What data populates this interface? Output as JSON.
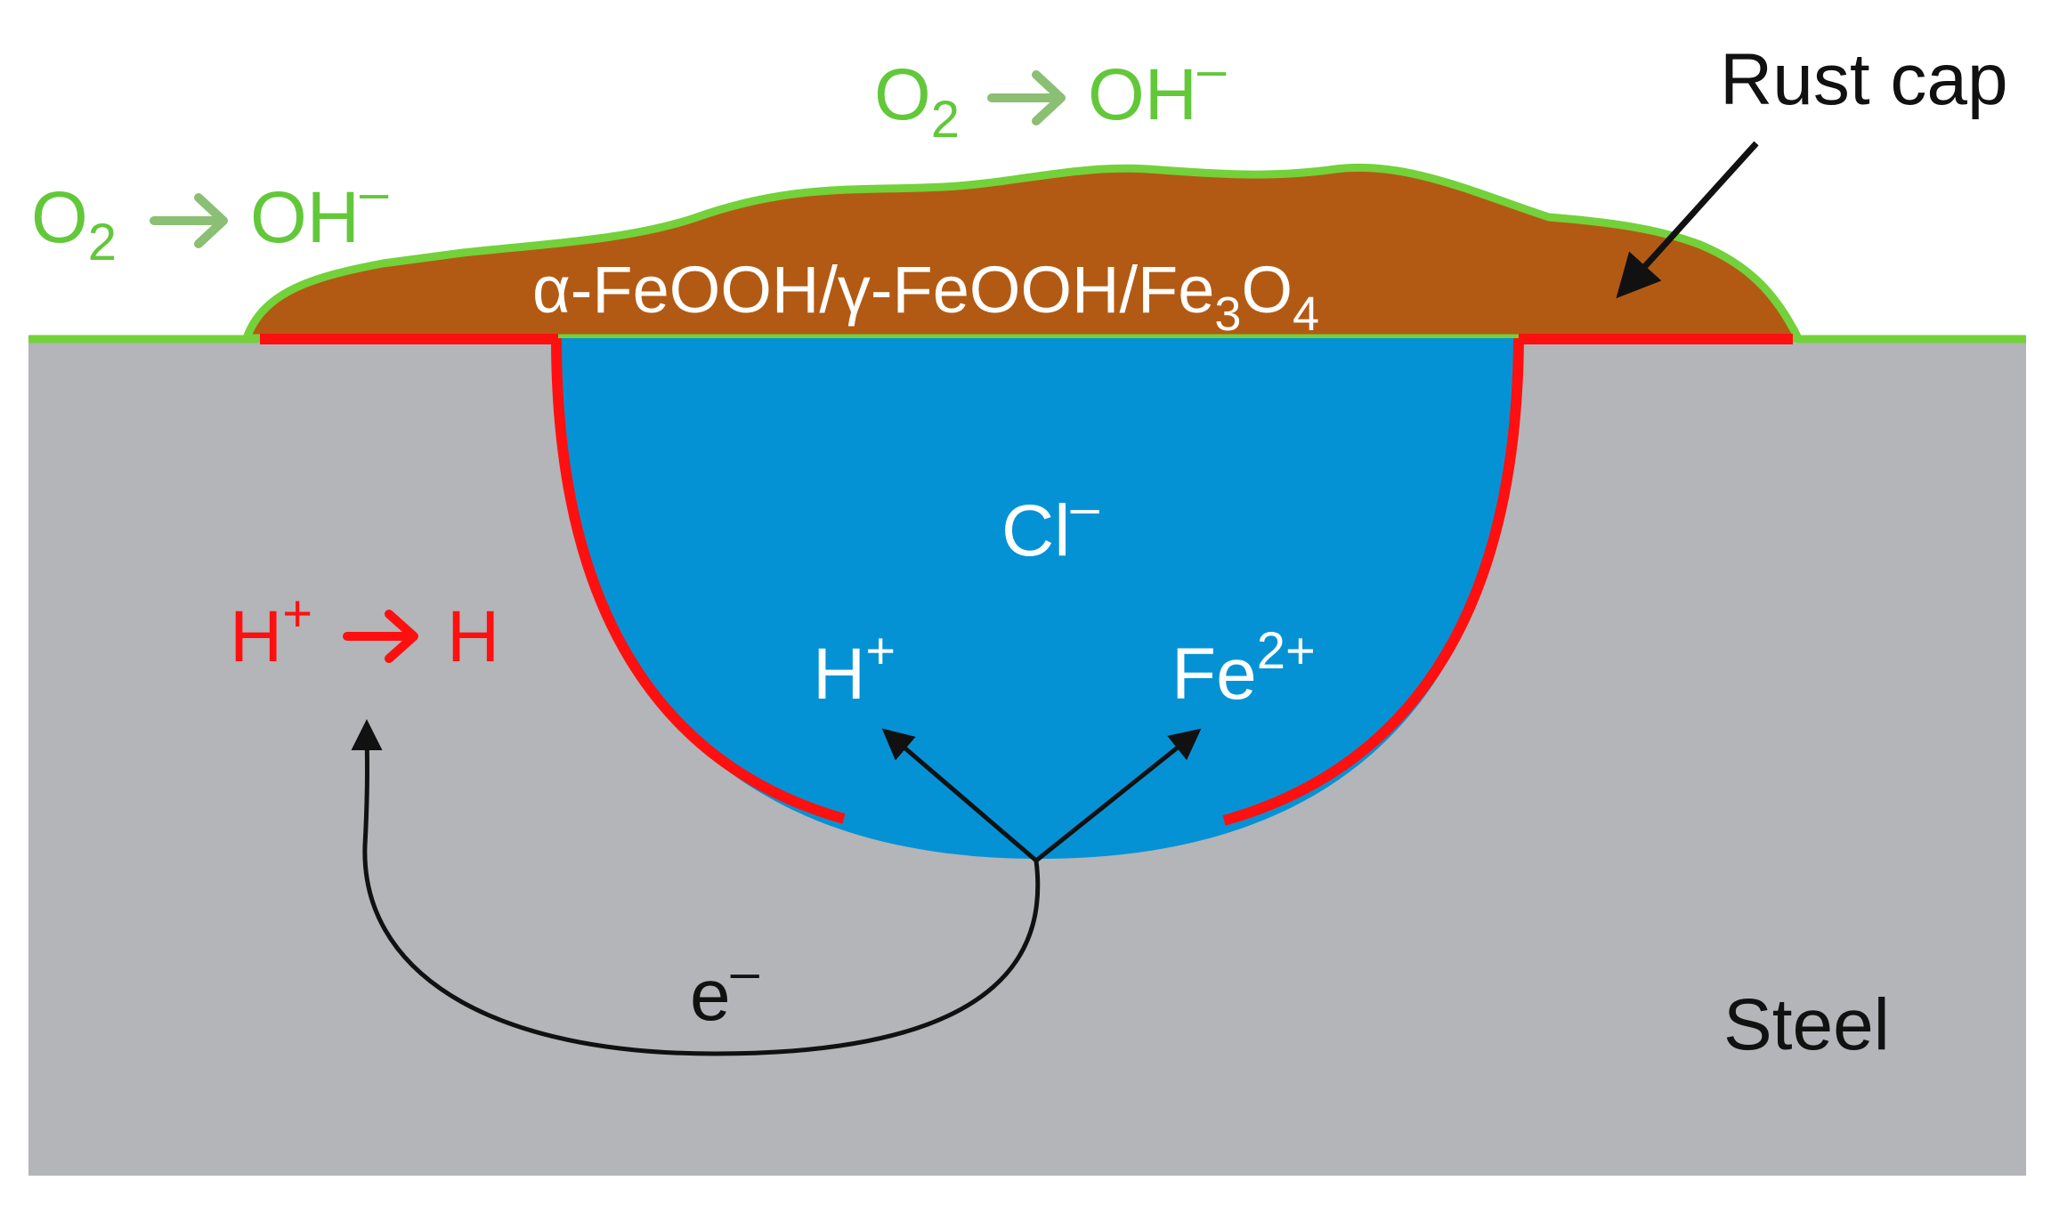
{
  "colors": {
    "background": "#ffffff",
    "steel": "#b3b5b8",
    "rust": "#b25a14",
    "passive_film_outline": "#73d13a",
    "oxygen_text": "#62c83a",
    "oxygen_arrow": "#8bbf73",
    "pit_solution": "#0592d5",
    "anodic_red": "#ff1010",
    "text_dark": "#111111",
    "text_white": "#ffffff"
  },
  "labels": {
    "o2_left": {
      "base": "O",
      "sub": "2",
      "product": "OH",
      "sup": "–"
    },
    "o2_top": {
      "base": "O",
      "sub": "2",
      "product": "OH",
      "sup": "–"
    },
    "rust_cap": "Rust cap",
    "rust_composition": {
      "part1": "α-FeOOH/γ-FeOOH/Fe",
      "sub1": "3",
      "part2": "O",
      "sub2": "4"
    },
    "chloride": {
      "base": "Cl",
      "sup": "–"
    },
    "hydrogen_reduction": {
      "reactant": "H",
      "sup": "+",
      "product": "H"
    },
    "proton": {
      "base": "H",
      "sup": "+"
    },
    "ferrous": {
      "base": "Fe",
      "sup": "2+"
    },
    "electron": {
      "base": "e",
      "sup": "–"
    },
    "steel": "Steel"
  }
}
